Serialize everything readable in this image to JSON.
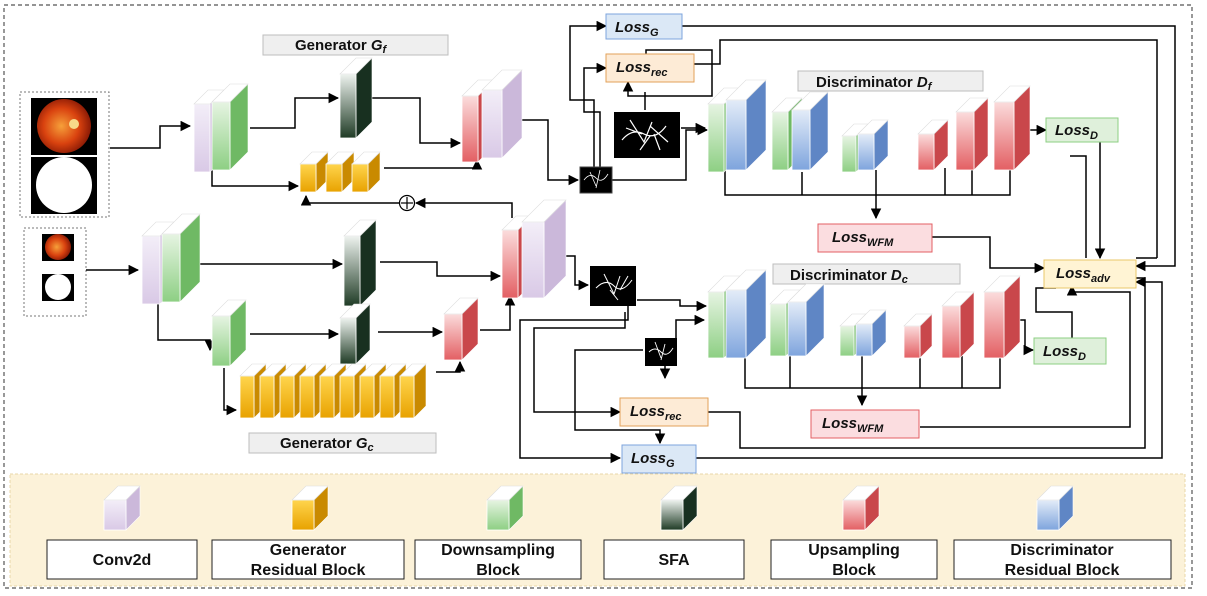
{
  "titles": {
    "generator_f": "Generator",
    "generator_f_sym": "G",
    "generator_f_sub": "f",
    "generator_c": "Generator",
    "generator_c_sym": "G",
    "generator_c_sub": "c",
    "discriminator_f": "Discriminator",
    "discriminator_f_sym": "D",
    "discriminator_f_sub": "f",
    "discriminator_c": "Discriminator",
    "discriminator_c_sym": "D",
    "discriminator_c_sub": "c"
  },
  "losses": {
    "loss_word": "Loss",
    "g_sub": "G",
    "rec_sub": "rec",
    "d_sub": "D",
    "wfm_sub": "WFM",
    "adv_sub": "adv"
  },
  "plus_symbol": "⊕",
  "legend": {
    "conv2d": "Conv2d",
    "generator_residual_line1": "Generator",
    "generator_residual_line2": "Residual Block",
    "downsampling_line1": "Downsampling",
    "downsampling_line2": "Block",
    "sfa": "SFA",
    "upsampling_line1": "Upsampling",
    "upsampling_line2": "Block",
    "disc_residual_line1": "Discriminator",
    "disc_residual_line2": "Residual Block"
  },
  "colors": {
    "conv2d": "#e6dcef",
    "generator_residual": "#f5b400",
    "downsampling": "#b6e0ad",
    "sfa": "#2d4a33",
    "upsampling": "#ee8a8c",
    "disc_residual": "#9ab8e6",
    "loss_g_fill": "#dbe8f6",
    "loss_rec_fill": "#fdebd6",
    "loss_d_fill": "#dff0db",
    "loss_wfm_fill": "#fbdde0",
    "loss_adv_fill": "#fff4d4",
    "legend_bg": "#fcf2d9"
  }
}
